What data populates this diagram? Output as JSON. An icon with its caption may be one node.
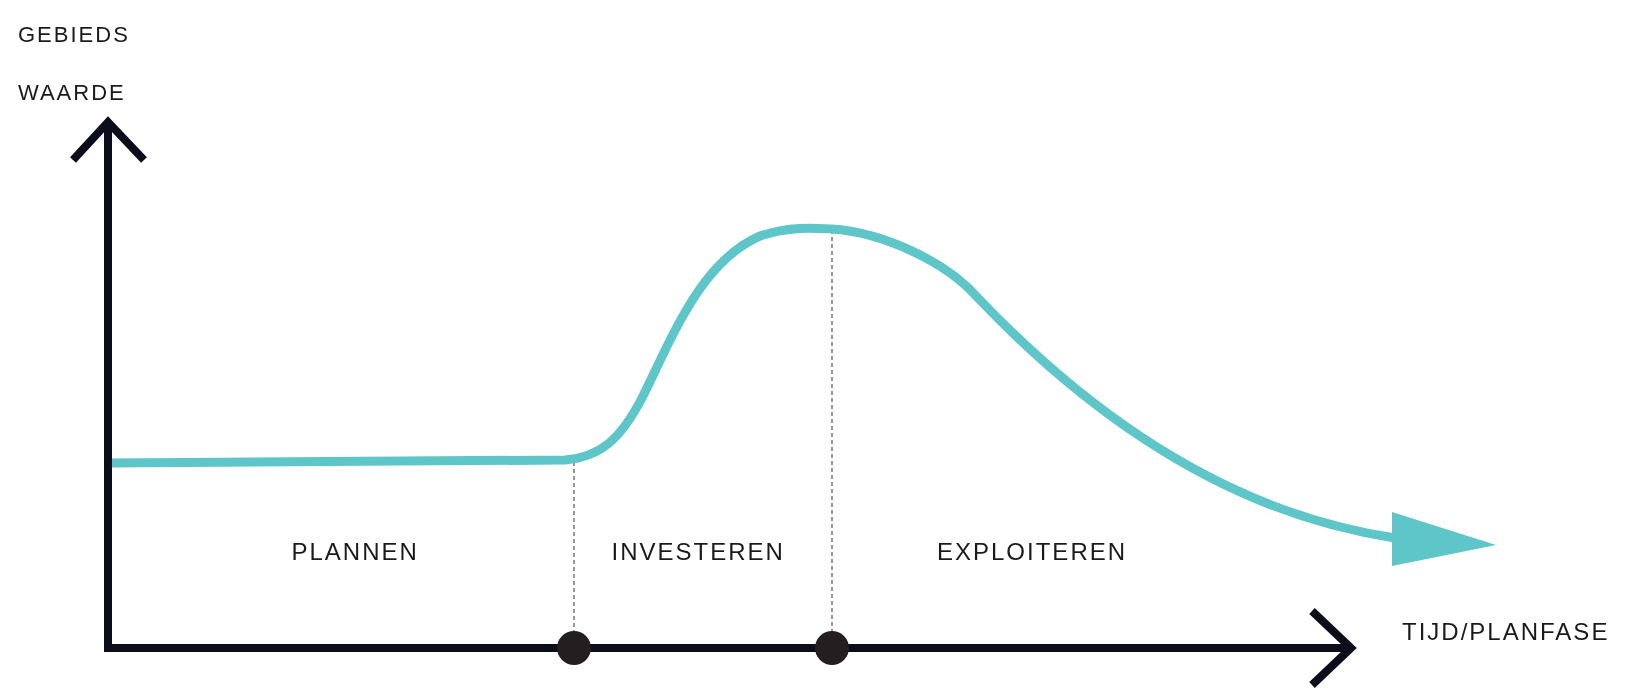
{
  "diagram": {
    "labels": [
      "GEBIEDS WAARDE",
      "PLANNEN",
      "INVESTEREN",
      "EXPLOITEREN",
      "TIJD/PLANFASE"
    ]
  }
}
